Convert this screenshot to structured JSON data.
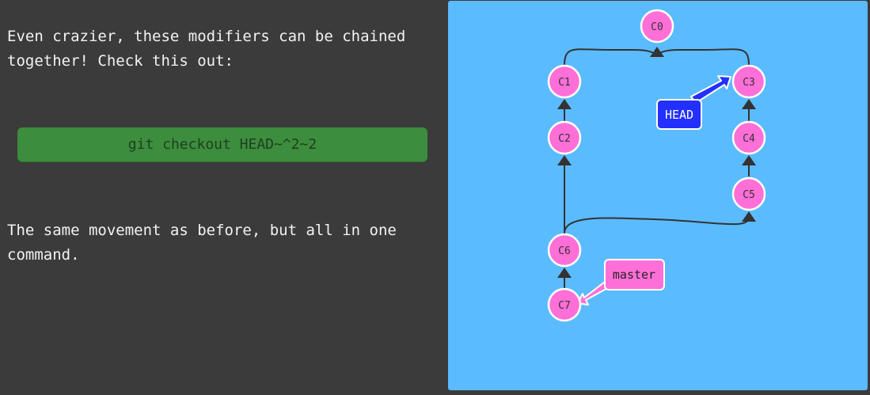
{
  "instructions": {
    "paragraph_1": "Even crazier, these modifiers can be chained together! Check this out:",
    "command": "git checkout HEAD~^2~2",
    "paragraph_2": "The same movement as before, but all in one command."
  },
  "graph": {
    "commits": [
      {
        "id": "C0",
        "label": "C0"
      },
      {
        "id": "C1",
        "label": "C1"
      },
      {
        "id": "C2",
        "label": "C2"
      },
      {
        "id": "C3",
        "label": "C3"
      },
      {
        "id": "C4",
        "label": "C4"
      },
      {
        "id": "C5",
        "label": "C5"
      },
      {
        "id": "C6",
        "label": "C6"
      },
      {
        "id": "C7",
        "label": "C7"
      }
    ],
    "edges": [
      {
        "from": "C1",
        "to": "C0"
      },
      {
        "from": "C3",
        "to": "C0"
      },
      {
        "from": "C2",
        "to": "C1"
      },
      {
        "from": "C4",
        "to": "C3"
      },
      {
        "from": "C5",
        "to": "C4"
      },
      {
        "from": "C6",
        "to": "C2"
      },
      {
        "from": "C6",
        "to": "C5"
      },
      {
        "from": "C7",
        "to": "C6"
      }
    ],
    "branches": [
      {
        "name": "master",
        "target": "C7",
        "color": "#ff6fd8"
      },
      {
        "name": "HEAD",
        "target": "C3",
        "color": "#2430ff"
      }
    ]
  },
  "colors": {
    "background": "#3b3b3b",
    "viz_background": "#5bbbff",
    "command_bg": "#3c8d3d",
    "commit_fill": "#ff6fd8",
    "edge": "#333333"
  }
}
